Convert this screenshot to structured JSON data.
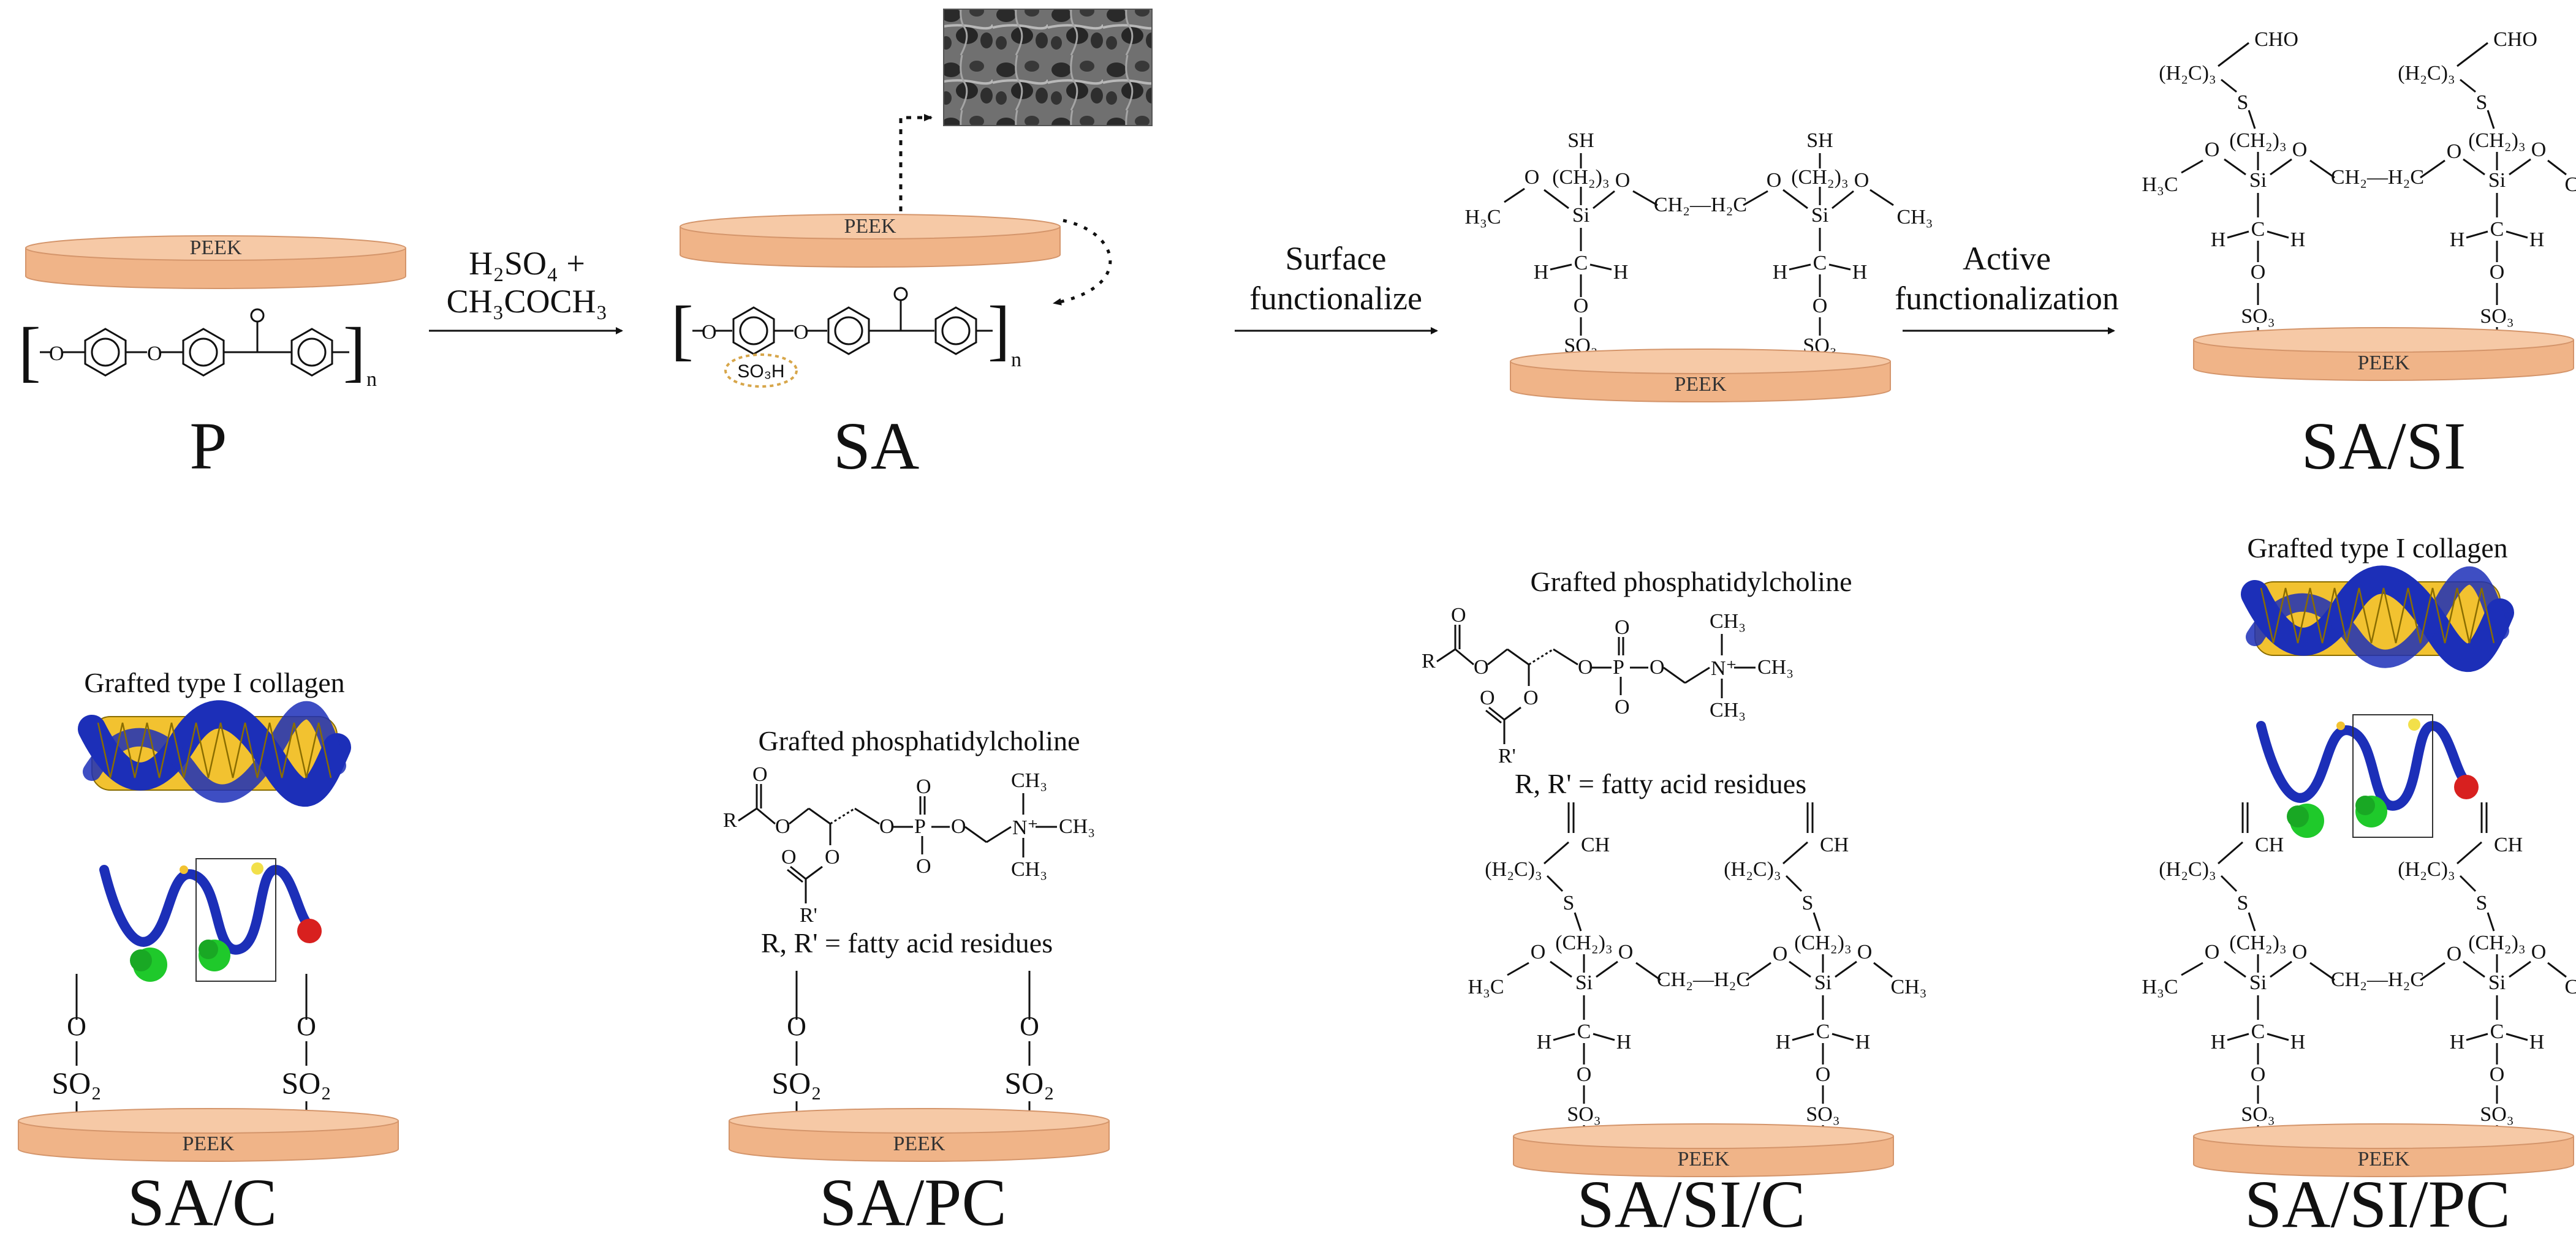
{
  "colors": {
    "peek_top": "#f6c9a6",
    "peek_side": "#f0b488",
    "peek_edge": "#d4956b",
    "collagen_yellow": "#f2c230",
    "collagen_blue": "#1c2fb8",
    "green": "#1fc92b",
    "red": "#d8201f",
    "sulfonate_ring": "#d7a64a"
  },
  "peek_label": "PEEK",
  "labels": {
    "P": "P",
    "SA": "SA",
    "SA_SI": "SA/SI",
    "SA_C": "SA/C",
    "SA_PC": "SA/PC",
    "SA_SI_C": "SA/SI/C",
    "SA_SI_PC": "SA/SI/PC"
  },
  "reactions": {
    "r1_line1": "H₂SO₄ +",
    "r1_line2": "CH₃COCH₃",
    "r2_line1": "Surface",
    "r2_line2": "functionalize",
    "r3_line1": "Active",
    "r3_line2": "functionalization"
  },
  "captions": {
    "collagen": "Grafted type I collagen",
    "pc": "Grafted phosphatidylcholine",
    "fatty": "R, R' = fatty acid residues"
  },
  "chem": {
    "sh": "SH",
    "cho": "CHO",
    "ch2_3": "(CH₂)₃",
    "h2c3": "(H₂C)₃",
    "s": "S",
    "si": "Si",
    "o": "O",
    "h3c": "H₃C",
    "ch3": "CH₃",
    "ch2h2c": "CH₂—H₂C",
    "h": "H",
    "c": "C",
    "so3": "SO₃",
    "so3h": "SO₃H",
    "so2": "SO₂",
    "ch": "CH",
    "n_sub": "n",
    "r": "R",
    "rprime": "R'",
    "nplus": "N⁺",
    "p": "P"
  }
}
